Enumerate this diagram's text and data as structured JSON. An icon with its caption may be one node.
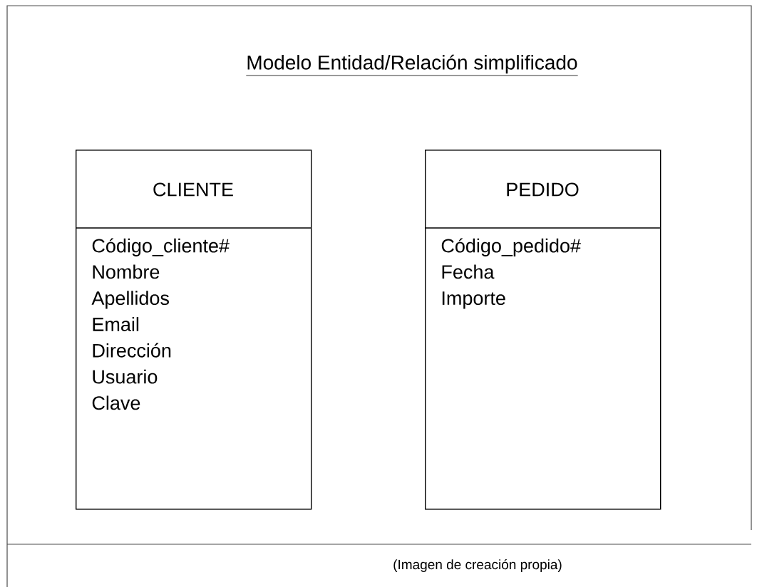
{
  "diagram": {
    "title": "Modelo Entidad/Relación simplificado",
    "caption": "(Imagen de creación propia)",
    "nodes": [
      {
        "text": [
          "CLIENTE",
          "Código_cliente#",
          "Nombre",
          "Apellidos",
          "Email",
          "Dirección",
          "Usuario",
          "Clave"
        ]
      },
      {
        "text": [
          "PEDIDO",
          "Código_pedido#",
          "Fecha",
          "Importe"
        ]
      }
    ],
    "edges": []
  }
}
